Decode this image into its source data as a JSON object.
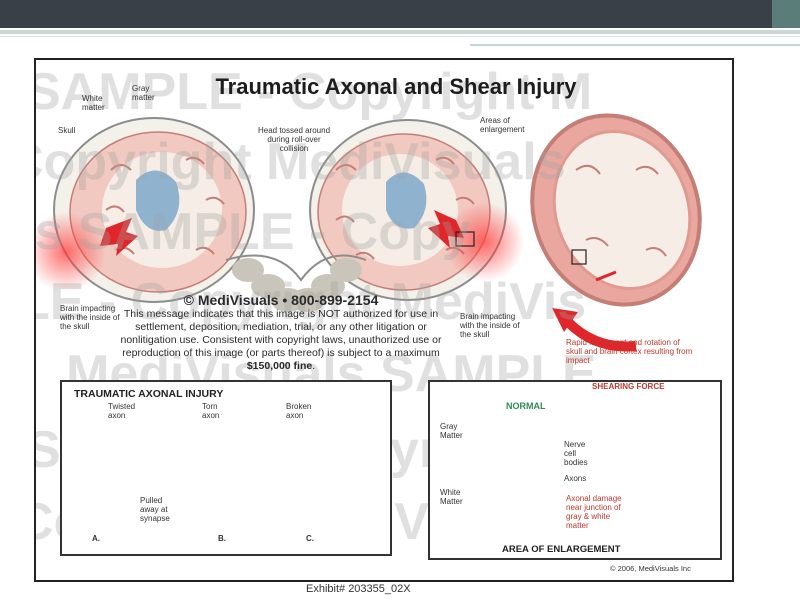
{
  "slide": {
    "title": "Traumatic Axonal and Shear Injury",
    "exhibit": "Exhibit# 203355_02X"
  },
  "watermark": {
    "line1": "SAMPLE - Copyright M",
    "line2": "Copyright MediVisuals",
    "line3": "is   SAMPLE - Copy",
    "line4": "LE - Copyright MediVis",
    "line5": "MediVisuals SAMPLE",
    "line6": "SAMPLE - Copyright M",
    "line7": "Copyright MediVisuals"
  },
  "labels": {
    "white_matter": "White matter",
    "gray_matter": "Gray matter",
    "skull": "Skull",
    "head_tossed": "Head tossed around during roll-over collision",
    "areas_enlargement": "Areas of enlargement",
    "brain_impacting_left": "Brain impacting with the inside of the skull",
    "brain_impacting_right": "Brain impacting with the inside of the skull",
    "rapid_movement": "Rapid movement and rotation of skull and brain cortex resulting from impact"
  },
  "copyright_block": {
    "brand": "© MediVisuals • 800-899-2154",
    "message_pre": "This message indicates that this image is NOT authorized for use in settlement, deposition, mediation, trial, or any other litigation or nonlitigation use. Consistent with copyright laws, unauthorized use or reproduction of this image (or parts thereof) is subject to a maximum ",
    "fine": "$150,000 fine",
    "message_post": "."
  },
  "axonal_panel": {
    "heading": "TRAUMATIC AXONAL INJURY",
    "twisted": "Twisted axon",
    "torn": "Torn axon",
    "broken": "Broken axon",
    "pulled": "Pulled away at synapse",
    "a": "A.",
    "b": "B.",
    "c": "C."
  },
  "enlargement_panel": {
    "normal": "NORMAL",
    "shearing_force": "SHEARING FORCE",
    "gray_matter": "Gray Matter",
    "white_matter": "White Matter",
    "nerve_cell_bodies": "Nerve cell bodies",
    "axons": "Axons",
    "axonal_damage": "Axonal damage near junction of gray & white matter",
    "footer": "AREA OF ENLARGEMENT",
    "copyright": "© 2006, MediVisuals Inc"
  },
  "colors": {
    "impact_red": "#e0262b",
    "tissue_pink": "#e9a7a0",
    "ventricle_blue": "#8fb3cf",
    "bone_gray": "#c9c5ba"
  }
}
